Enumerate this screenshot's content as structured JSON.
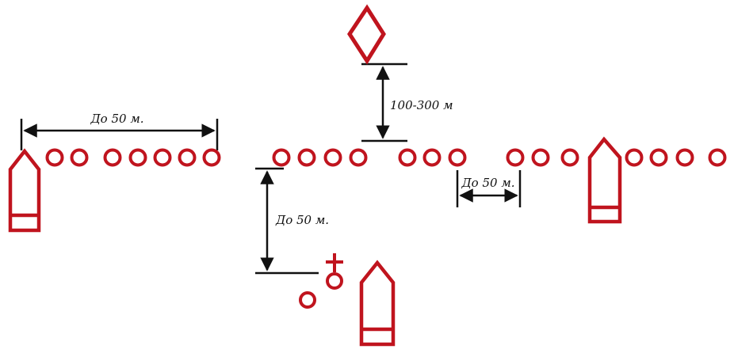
{
  "colors": {
    "mark": "#c0141e",
    "dimension": "#111111",
    "background": "#ffffff"
  },
  "labels": {
    "left_spacing": "До 50 м.",
    "top_distance": "100-300 м",
    "right_gap": "До 50 м.",
    "bottom_offset": "До 50 м."
  }
}
